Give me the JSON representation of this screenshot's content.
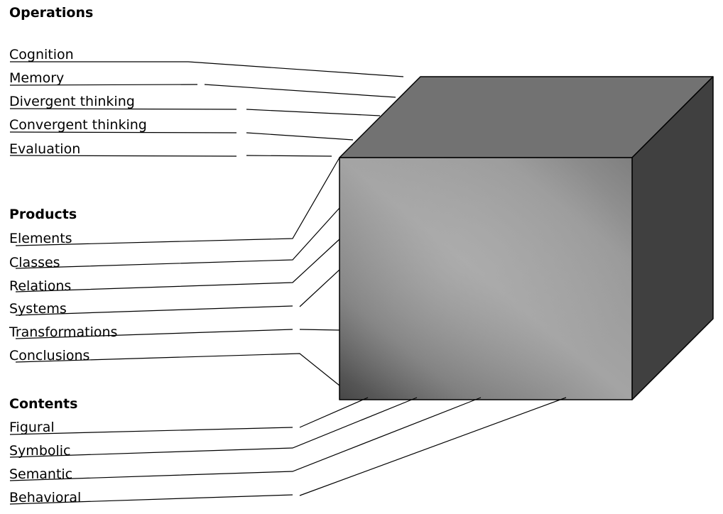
{
  "operations": {
    "heading": "Operations",
    "items": [
      "Cognition",
      "Memory",
      "Divergent thinking",
      "Convergent thinking",
      "Evaluation"
    ]
  },
  "products": {
    "heading": "Products",
    "items": [
      "Elements",
      "Classes",
      "Relations",
      "Systems",
      "Transformations",
      "Conclusions"
    ]
  },
  "contents": {
    "heading": "Contents",
    "items": [
      "Figural",
      "Symbolic",
      "Semantic",
      "Behavioral"
    ]
  },
  "colors": {
    "cube_top": "#727272",
    "cube_side": "#404040",
    "cube_front_light": "#a6a6a6",
    "cube_front_dark": "#4a4a4a",
    "line": "#000000"
  }
}
